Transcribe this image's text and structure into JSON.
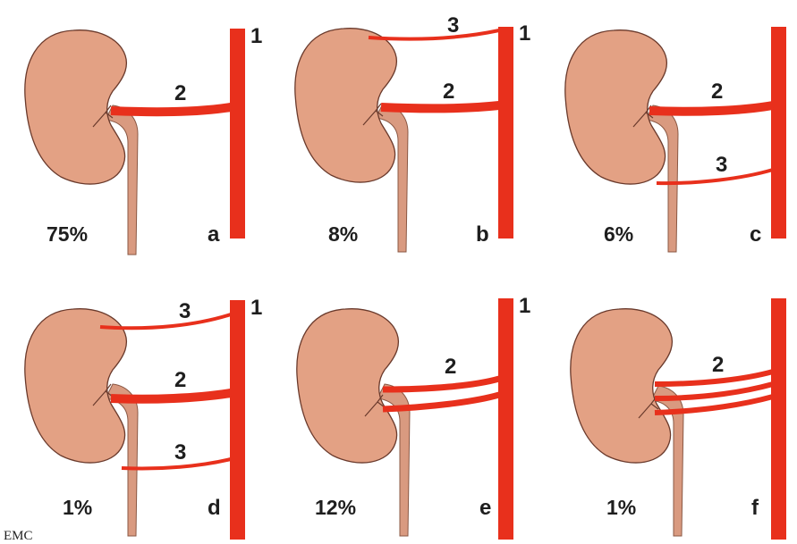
{
  "colors": {
    "kidney_fill": "#e3a184",
    "kidney_stroke": "#6a3a2c",
    "ureter_fill": "#d99a80",
    "artery": "#e8301c",
    "aorta": "#e8301c"
  },
  "aorta_label": "1",
  "panels": [
    {
      "letter": "a",
      "percent": "75%",
      "artery_labels": [
        "2"
      ]
    },
    {
      "letter": "b",
      "percent": "8%",
      "artery_labels": [
        "3",
        "2"
      ]
    },
    {
      "letter": "c",
      "percent": "6%",
      "artery_labels": [
        "2",
        "3"
      ]
    },
    {
      "letter": "d",
      "percent": "1%",
      "artery_labels": [
        "3",
        "2",
        "3"
      ]
    },
    {
      "letter": "e",
      "percent": "12%",
      "artery_labels": [
        "2"
      ]
    },
    {
      "letter": "f",
      "percent": "1%",
      "artery_labels": [
        "2"
      ]
    }
  ],
  "signature": "EMC",
  "icons": [
    "kidney-icon",
    "ureter-icon",
    "aorta-icon"
  ]
}
